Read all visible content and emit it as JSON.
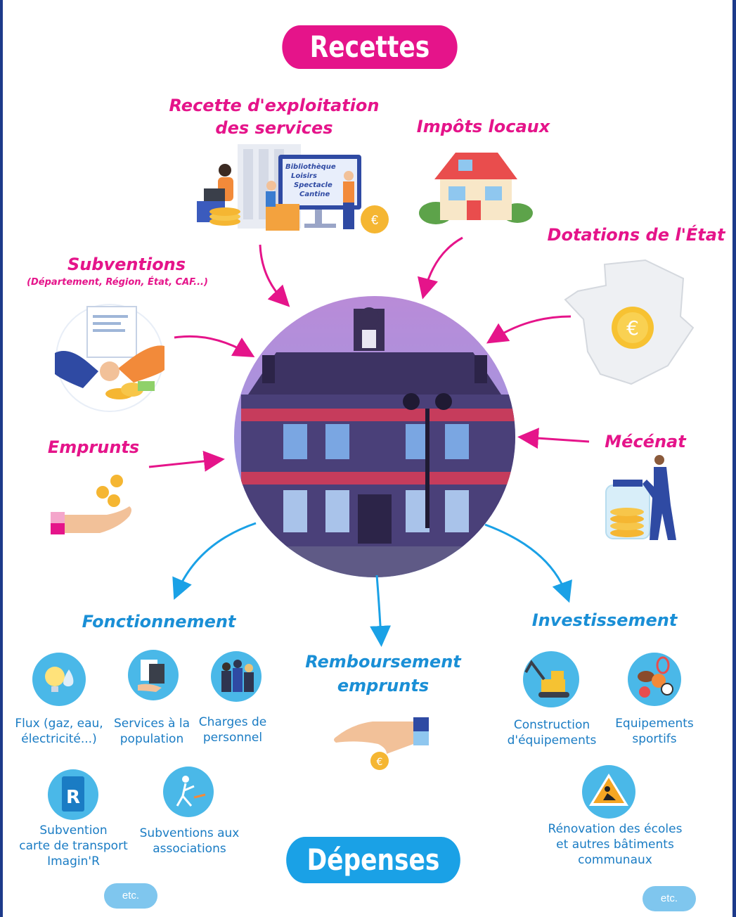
{
  "header": {
    "title": "Recettes"
  },
  "footer": {
    "title": "Dépenses"
  },
  "recettes": {
    "exploitation": {
      "line1": "Recette d'exploitation",
      "line2": "des services"
    },
    "exploitation_board": [
      "Bibliothèque",
      "Loisirs",
      "Spectacle",
      "Cantine"
    ],
    "impots": "Impôts locaux",
    "dotations": "Dotations de l'État",
    "subventions": {
      "title": "Subventions",
      "detail": "(Département, Région, État, CAF...)"
    },
    "emprunts": "Emprunts",
    "mecenat": "Mécénat"
  },
  "depenses": {
    "fonctionnement": {
      "title": "Fonctionnement",
      "items": [
        {
          "line1": "Flux (gaz, eau,",
          "line2": "électricité...)"
        },
        {
          "line1": "Services à la",
          "line2": "population"
        },
        {
          "line1": "Charges de",
          "line2": "personnel"
        },
        {
          "line1": "Subvention",
          "line2": "carte de transport",
          "line3": "Imagin'R"
        },
        {
          "line1": "Subventions aux",
          "line2": "associations"
        }
      ],
      "etc": "etc."
    },
    "remboursement": {
      "line1": "Remboursement",
      "line2": "emprunts"
    },
    "investissement": {
      "title": "Investissement",
      "items": [
        {
          "line1": "Construction",
          "line2": "d'équipements"
        },
        {
          "line1": "Equipements",
          "line2": "sportifs"
        },
        {
          "line1": "Rénovation des écoles",
          "line2": "et autres bâtiments",
          "line3": "communaux"
        }
      ],
      "etc": "etc."
    }
  },
  "colors": {
    "pink": "#e5148a",
    "blue": "#1aa1e6",
    "frame": "#1d3a8a"
  }
}
